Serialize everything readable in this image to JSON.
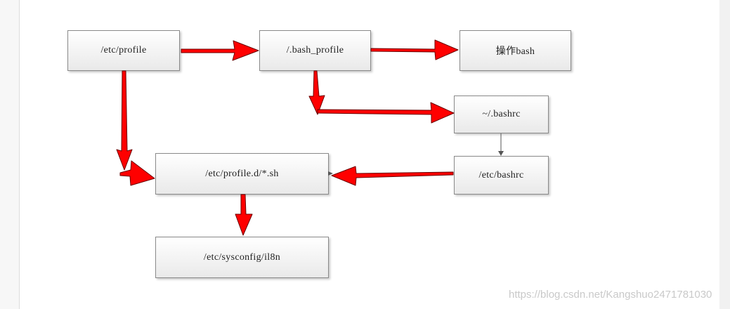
{
  "nodes": {
    "etc_profile": "/etc/profile",
    "bash_profile": "/.bash_profile",
    "operate_bash": "操作bash",
    "home_bashrc": "~/.bashrc",
    "etc_bashrc": "/etc/bashrc",
    "profile_d": "/etc/profile.d/*.sh",
    "i18n": "/etc/sysconfig/il8n"
  },
  "colors": {
    "arrow_fill": "#ff0000",
    "arrow_stroke": "#6a0000",
    "connector": "#555555",
    "node_border": "#8a8a8a"
  },
  "watermark": "https://blog.csdn.net/Kangshuo2471781030"
}
